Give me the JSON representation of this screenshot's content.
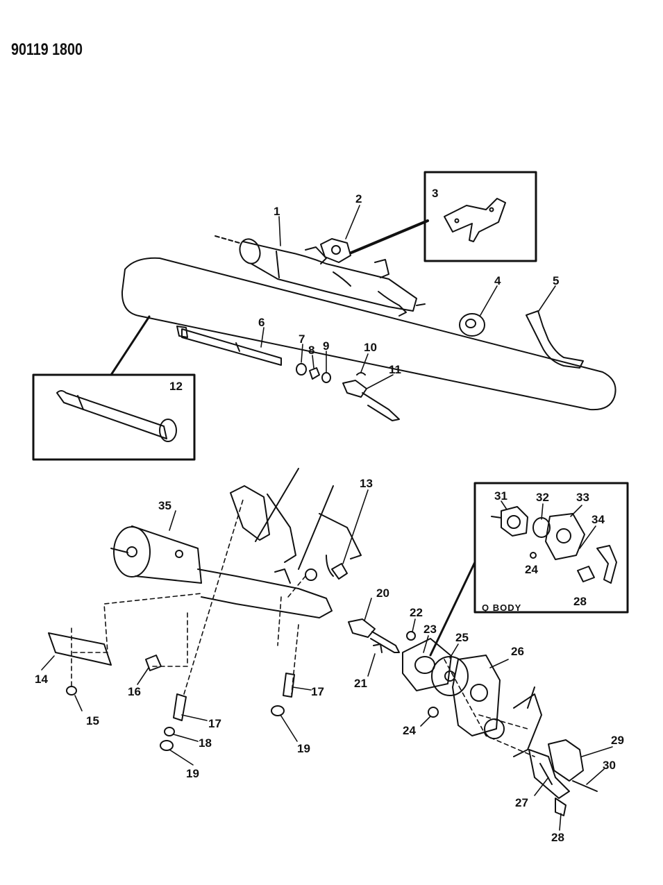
{
  "header": {
    "code": "90119 1800"
  },
  "inset_q_body": {
    "label": "Q BODY"
  },
  "callouts": [
    "1",
    "2",
    "3",
    "4",
    "5",
    "6",
    "7",
    "8",
    "9",
    "10",
    "11",
    "12",
    "13",
    "14",
    "15",
    "16",
    "17",
    "17",
    "18",
    "19",
    "19",
    "20",
    "21",
    "22",
    "23",
    "24",
    "24",
    "25",
    "26",
    "27",
    "28",
    "28",
    "29",
    "30",
    "31",
    "32",
    "33",
    "34",
    "35"
  ]
}
